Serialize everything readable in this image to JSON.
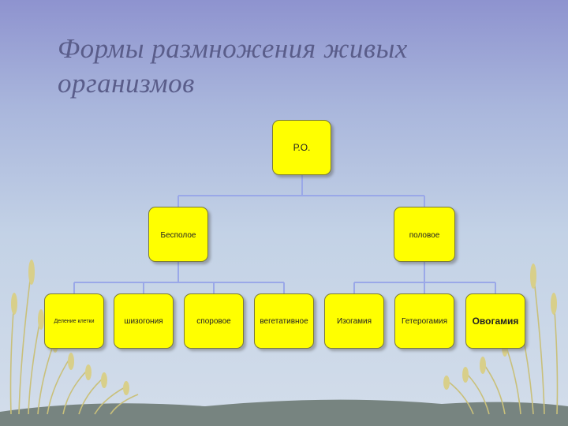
{
  "slide": {
    "title_line1": "Формы размножения живых",
    "title_line2": "организмов"
  },
  "diagram": {
    "root": "Р.О.",
    "branches": [
      "Бесполое",
      "половое"
    ],
    "asexual_forms": [
      "Деление клетки",
      "шизогония",
      "споровое",
      "вегетативное"
    ],
    "sexual_forms": [
      "Изогамия",
      "Гетерогамия",
      "Овогамия"
    ]
  },
  "colors": {
    "node_fill": "#ffff00",
    "connector": "#9aa8e8",
    "title": "#5a5d8a"
  }
}
